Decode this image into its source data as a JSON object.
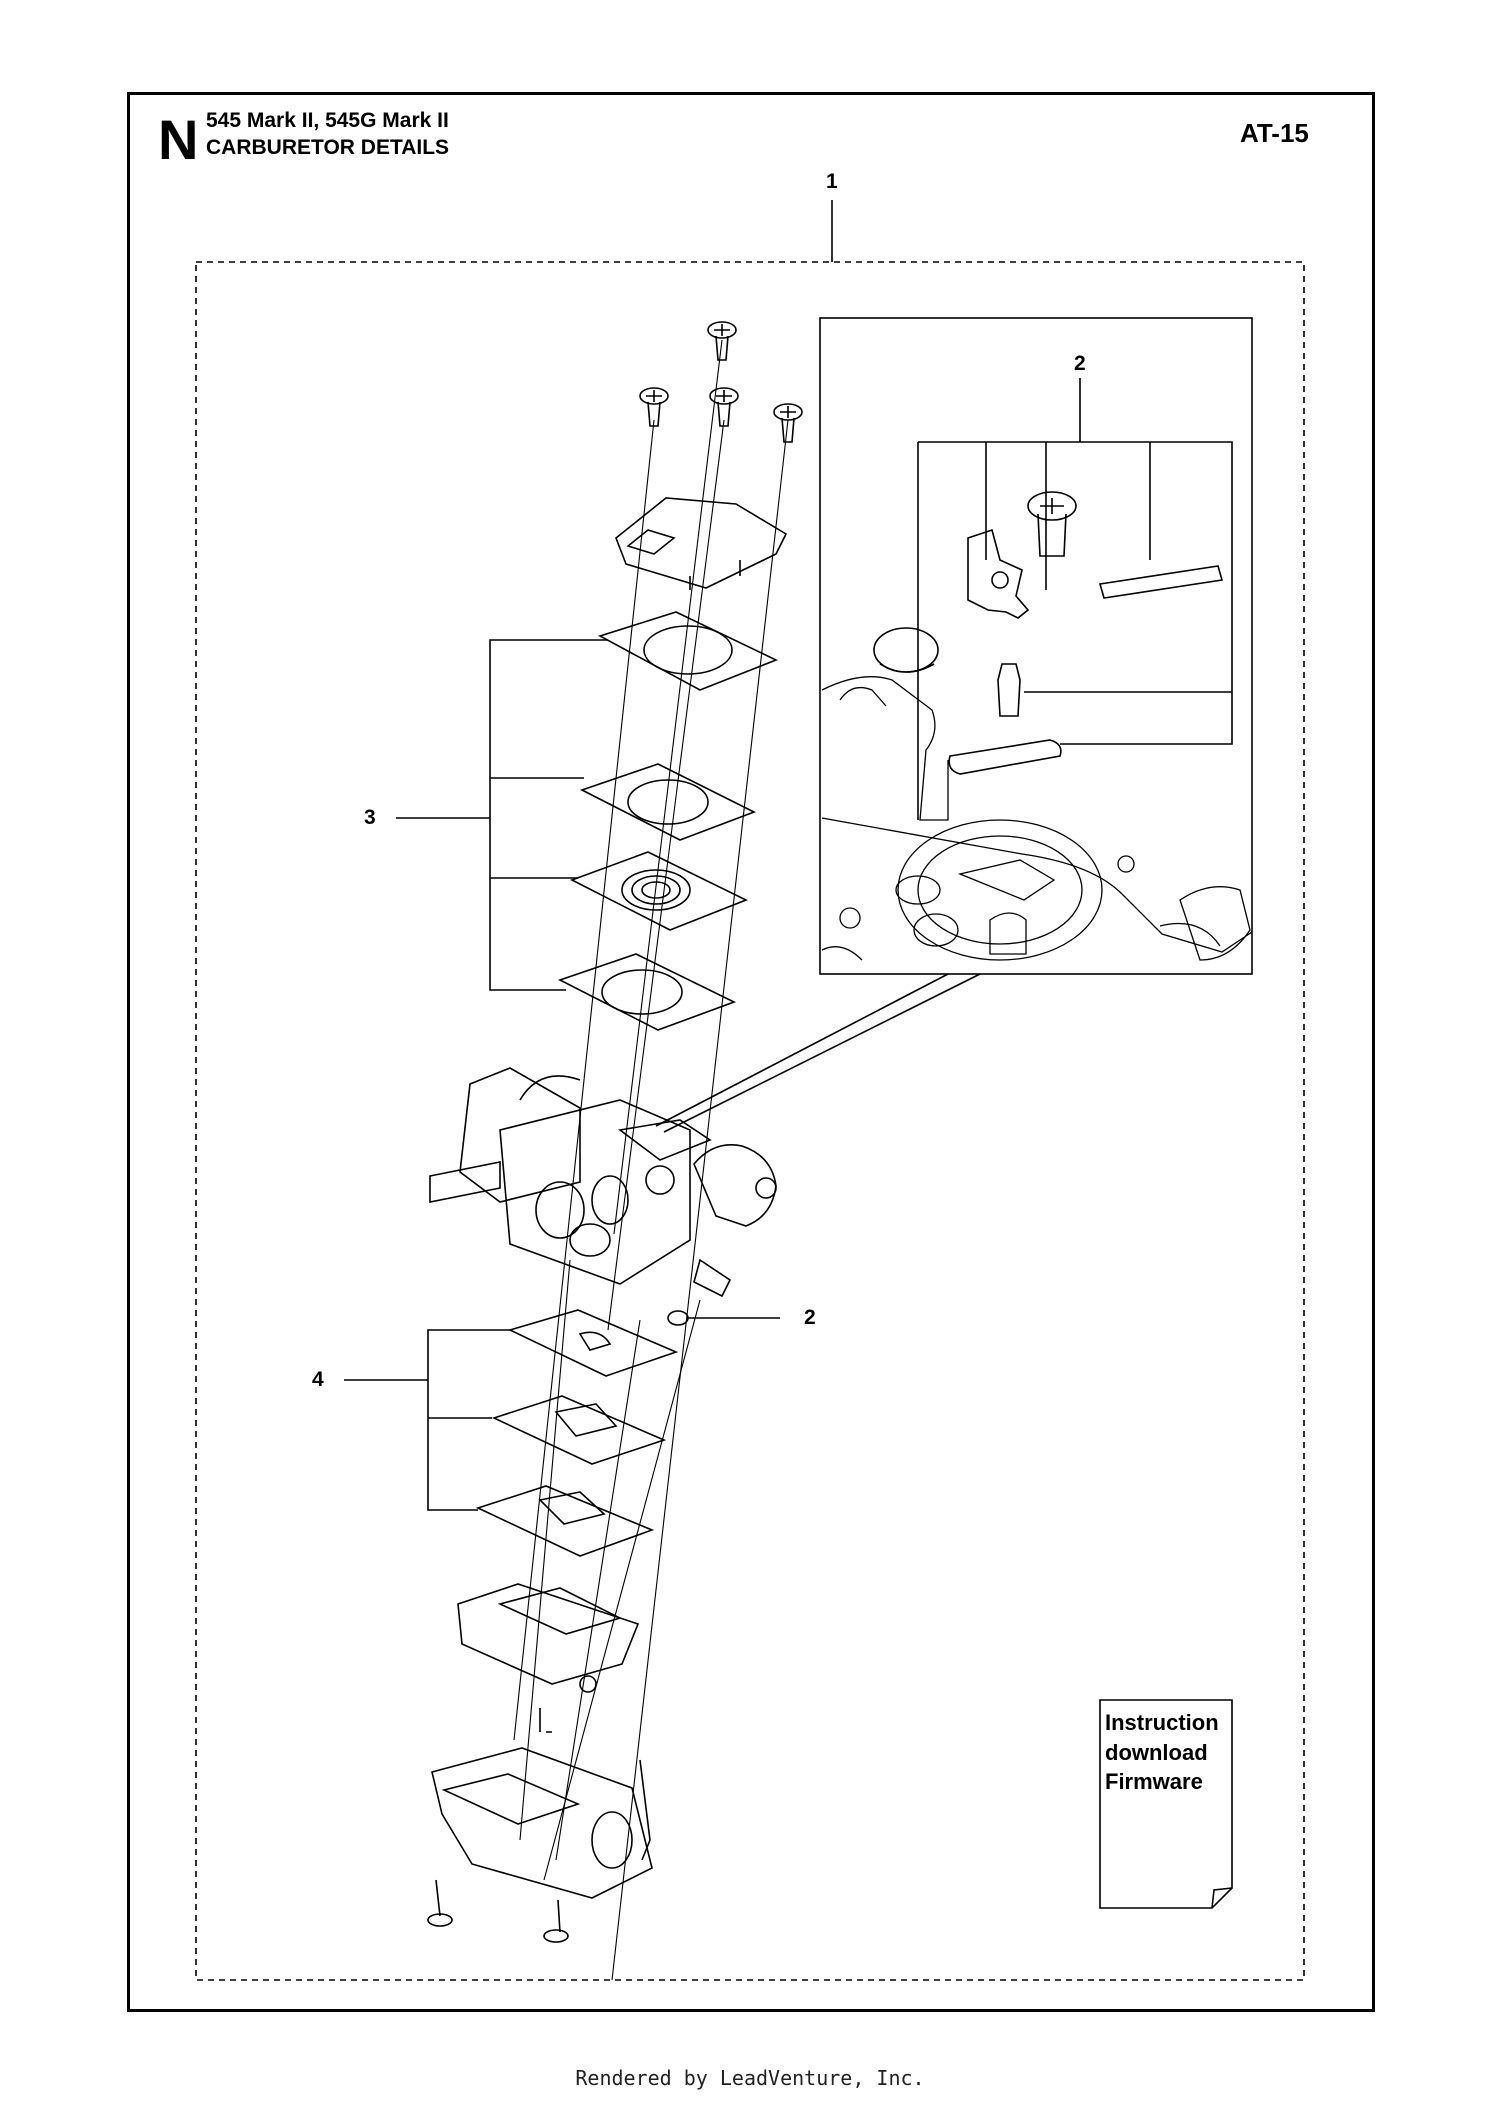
{
  "header": {
    "section_letter": "N",
    "model_line": "545 Mark II, 545G Mark II",
    "section_title": "CARBURETOR DETAILS",
    "page_code": "AT-15"
  },
  "callouts": {
    "c1": "1",
    "c2_inset": "2",
    "c3": "3",
    "c2_body": "2",
    "c4": "4"
  },
  "document_note": {
    "line1": "Instruction",
    "line2": "download",
    "line3": "Firmware"
  },
  "footer": {
    "credit": "Rendered by LeadVenture, Inc."
  }
}
